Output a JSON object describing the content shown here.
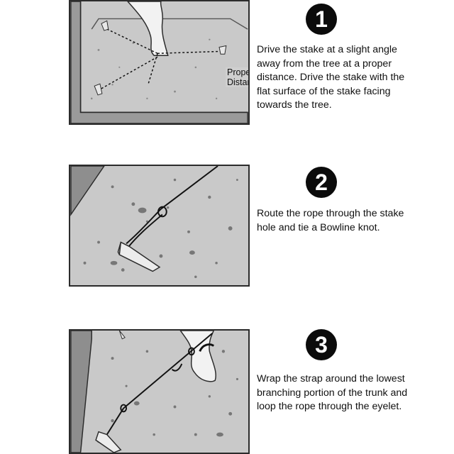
{
  "steps": [
    {
      "number": "1",
      "text": "Drive the stake at a slight angle away from the tree at a proper distance. Drive the stake with the flat surface of the stake facing towards the tree.",
      "callout": "Proper Distance"
    },
    {
      "number": "2",
      "text": "Route the rope through the stake hole and tie a Bowline knot."
    },
    {
      "number": "3",
      "text": "Wrap the strap around the lowest branching portion of the trunk and loop the rope through the eyelet."
    }
  ],
  "colors": {
    "ground": "#c9c9c9",
    "border": "#2b2b2b",
    "badge": "#0b0b0b",
    "rope": "#111111",
    "speckle": "#7a7a7a"
  }
}
